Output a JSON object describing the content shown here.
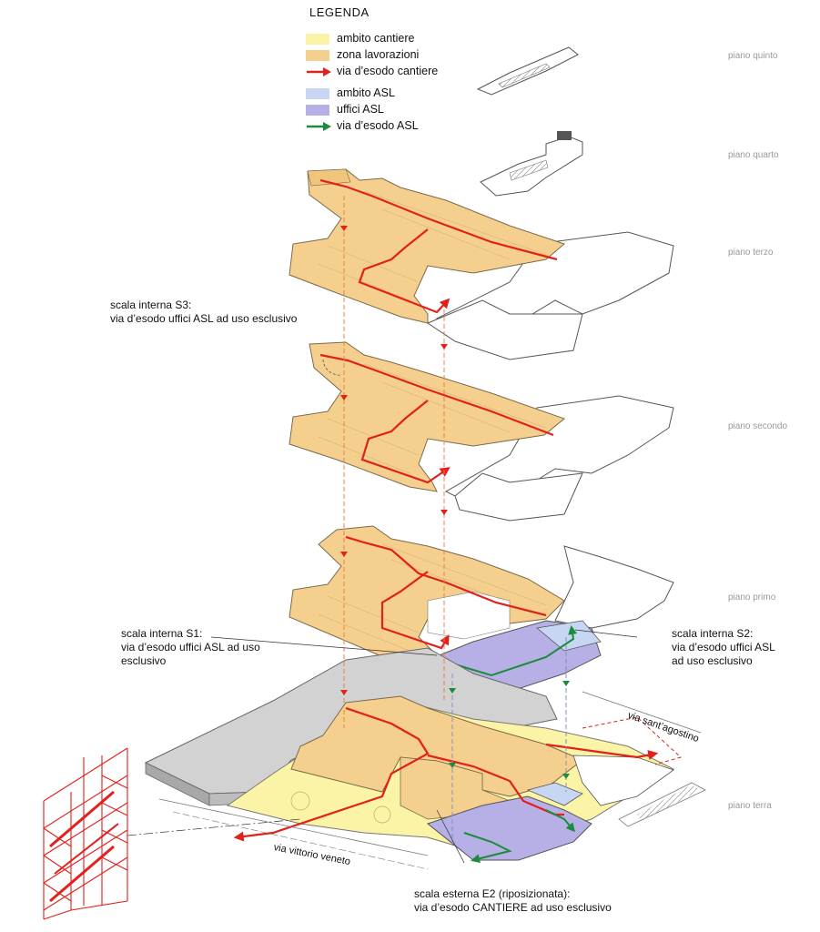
{
  "legend": {
    "title": "LEGENDA",
    "items": [
      {
        "label": "ambito cantiere",
        "kind": "swatch",
        "color": "#fbf3a6"
      },
      {
        "label": "zona lavorazioni",
        "kind": "swatch",
        "color": "#f5cf8e"
      },
      {
        "label": "via d’esodo cantiere",
        "kind": "arrow",
        "color": "#e0211c"
      },
      {
        "label": "ambito ASL",
        "kind": "swatch",
        "color": "#c7d6f2"
      },
      {
        "label": "uffici ASL",
        "kind": "swatch",
        "color": "#b7b0e6"
      },
      {
        "label": "via d’esodo ASL",
        "kind": "arrow",
        "color": "#1a8c3c"
      }
    ]
  },
  "levels": {
    "quinto": "piano quinto",
    "quarto": "piano quarto",
    "terzo": "piano terzo",
    "secondo": "piano secondo",
    "primo": "piano primo",
    "terra": "piano terra"
  },
  "callouts": {
    "s3": [
      "scala interna S3:",
      "via d’esodo uffici ASL ad uso esclusivo"
    ],
    "s1": [
      "scala interna S1:",
      "via d’esodo uffici ASL ad uso",
      "esclusivo"
    ],
    "s2": [
      "scala interna S2:",
      "via d’esodo uffici ASL",
      "ad uso esclusivo"
    ],
    "e2": [
      "scala esterna E2 (riposizionata):",
      "via d’esodo CANTIERE ad uso esclusivo"
    ]
  },
  "streets": {
    "agostino": "via sant’agostino",
    "veneto": "via vittorio veneto"
  },
  "colors": {
    "cantiere": "#fbf3a6",
    "lavorazioni": "#f5cf8e",
    "esodo_cantiere": "#e0211c",
    "ambito_asl": "#c7d6f2",
    "uffici_asl": "#b7b0e6",
    "esodo_asl": "#1a8c3c",
    "vertical_orange": "#e9803c",
    "vertical_blue": "#7f90b8",
    "existing_grey": "#d2d2d2"
  }
}
